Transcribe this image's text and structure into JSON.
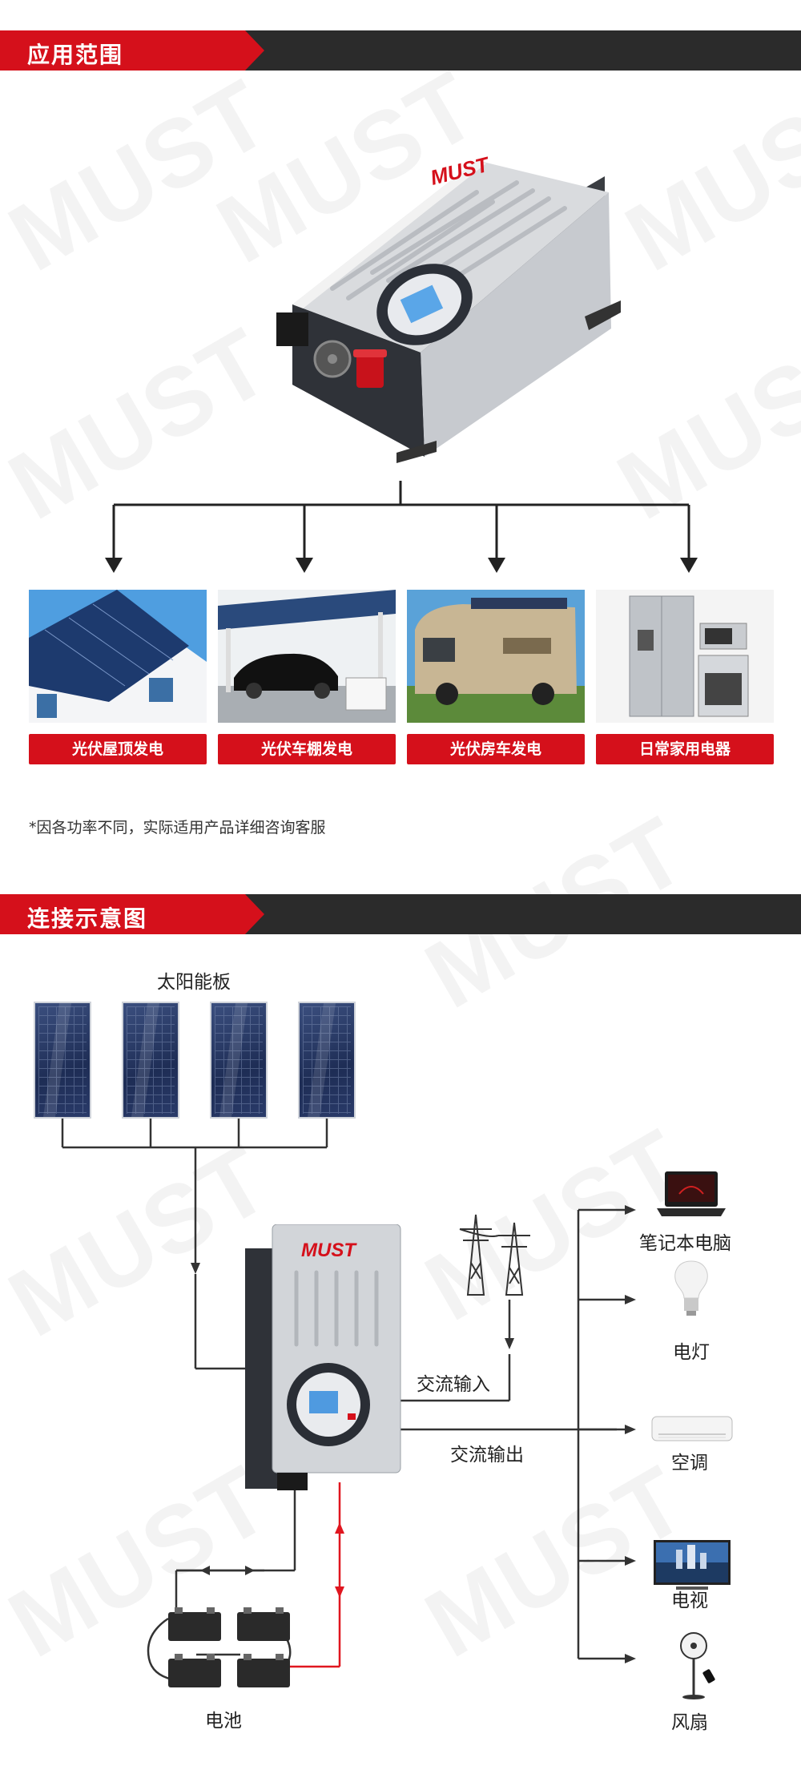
{
  "section1": {
    "title": "应用范围"
  },
  "brand": {
    "logo": "MUST"
  },
  "applications": [
    {
      "label": "光伏屋顶发电",
      "icon": "rooftop-solar-icon"
    },
    {
      "label": "光伏车棚发电",
      "icon": "carport-solar-icon"
    },
    {
      "label": "光伏房车发电",
      "icon": "rv-solar-icon"
    },
    {
      "label": "日常家用电器",
      "icon": "home-appliances-icon"
    }
  ],
  "note": "*因各功率不同，实际适用产品详细咨询客服",
  "section2": {
    "title": "连接示意图"
  },
  "diagram": {
    "solar_label": "太阳能板",
    "ac_input": "交流输入",
    "ac_output": "交流输出",
    "battery_label": "电池",
    "loads": [
      {
        "label": "笔记本电脑",
        "icon": "laptop-icon"
      },
      {
        "label": "电灯",
        "icon": "light-bulb-icon"
      },
      {
        "label": "空调",
        "icon": "air-conditioner-icon"
      },
      {
        "label": "电视",
        "icon": "tv-icon"
      },
      {
        "label": "风扇",
        "icon": "fan-icon"
      }
    ]
  },
  "colors": {
    "brand_red": "#d5101b",
    "banner_dark": "#2b2b2b",
    "wire_red": "#e0161f"
  }
}
